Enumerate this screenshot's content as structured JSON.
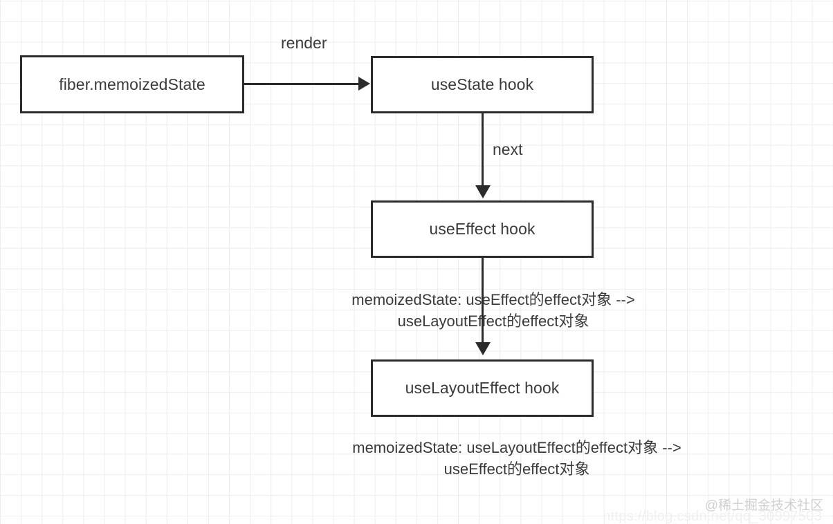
{
  "diagram": {
    "nodes": [
      {
        "id": "fiber",
        "label": "fiber.memoizedState"
      },
      {
        "id": "usestate",
        "label": "useState hook"
      },
      {
        "id": "useeffect",
        "label": "useEffect hook"
      },
      {
        "id": "uselayouteffect",
        "label": "useLayoutEffect hook"
      }
    ],
    "edge_labels": {
      "render": "render",
      "next": "next"
    },
    "annotations": {
      "effect_to_layout": {
        "line1": "memoizedState: useEffect的effect对象 -->",
        "line2": "useLayoutEffect的effect对象"
      },
      "layout_to_effect": {
        "line1": "memoizedState: useLayoutEffect的effect对象 -->",
        "line2": "useEffect的effect对象"
      }
    },
    "colors": {
      "stroke": "#2b2b2b",
      "text": "#3a3a3a",
      "grid": "#ececec",
      "background": "#ffffff"
    }
  },
  "watermark": {
    "brand": "@稀土掘金技术社区",
    "url": "https://blog.csdn.net/qq_30997503"
  }
}
